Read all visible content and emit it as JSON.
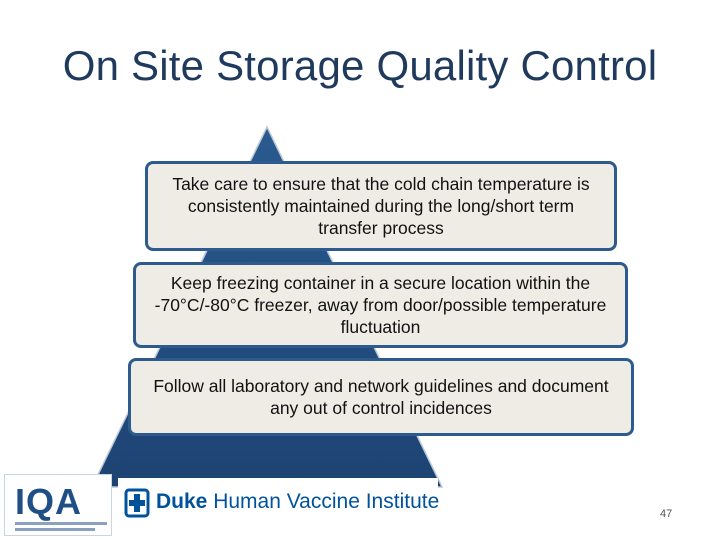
{
  "slide": {
    "title": "On Site Storage Quality Control",
    "page_number": "47"
  },
  "pyramid": {
    "fill_color": "#1f4779",
    "steps": [
      {
        "text": "Take care to ensure that the cold chain temperature is consistently maintained during the long/short term transfer process"
      },
      {
        "text": "Keep freezing container in a secure location within the -70°C/-80°C freezer, away from door/possible temperature fluctuation"
      },
      {
        "text": "Follow all laboratory and network guidelines and document any out of control incidences"
      }
    ]
  },
  "logos": {
    "iqa": "IQA",
    "duke_bold": "Duke",
    "duke_rest": "Human Vaccine Institute"
  }
}
